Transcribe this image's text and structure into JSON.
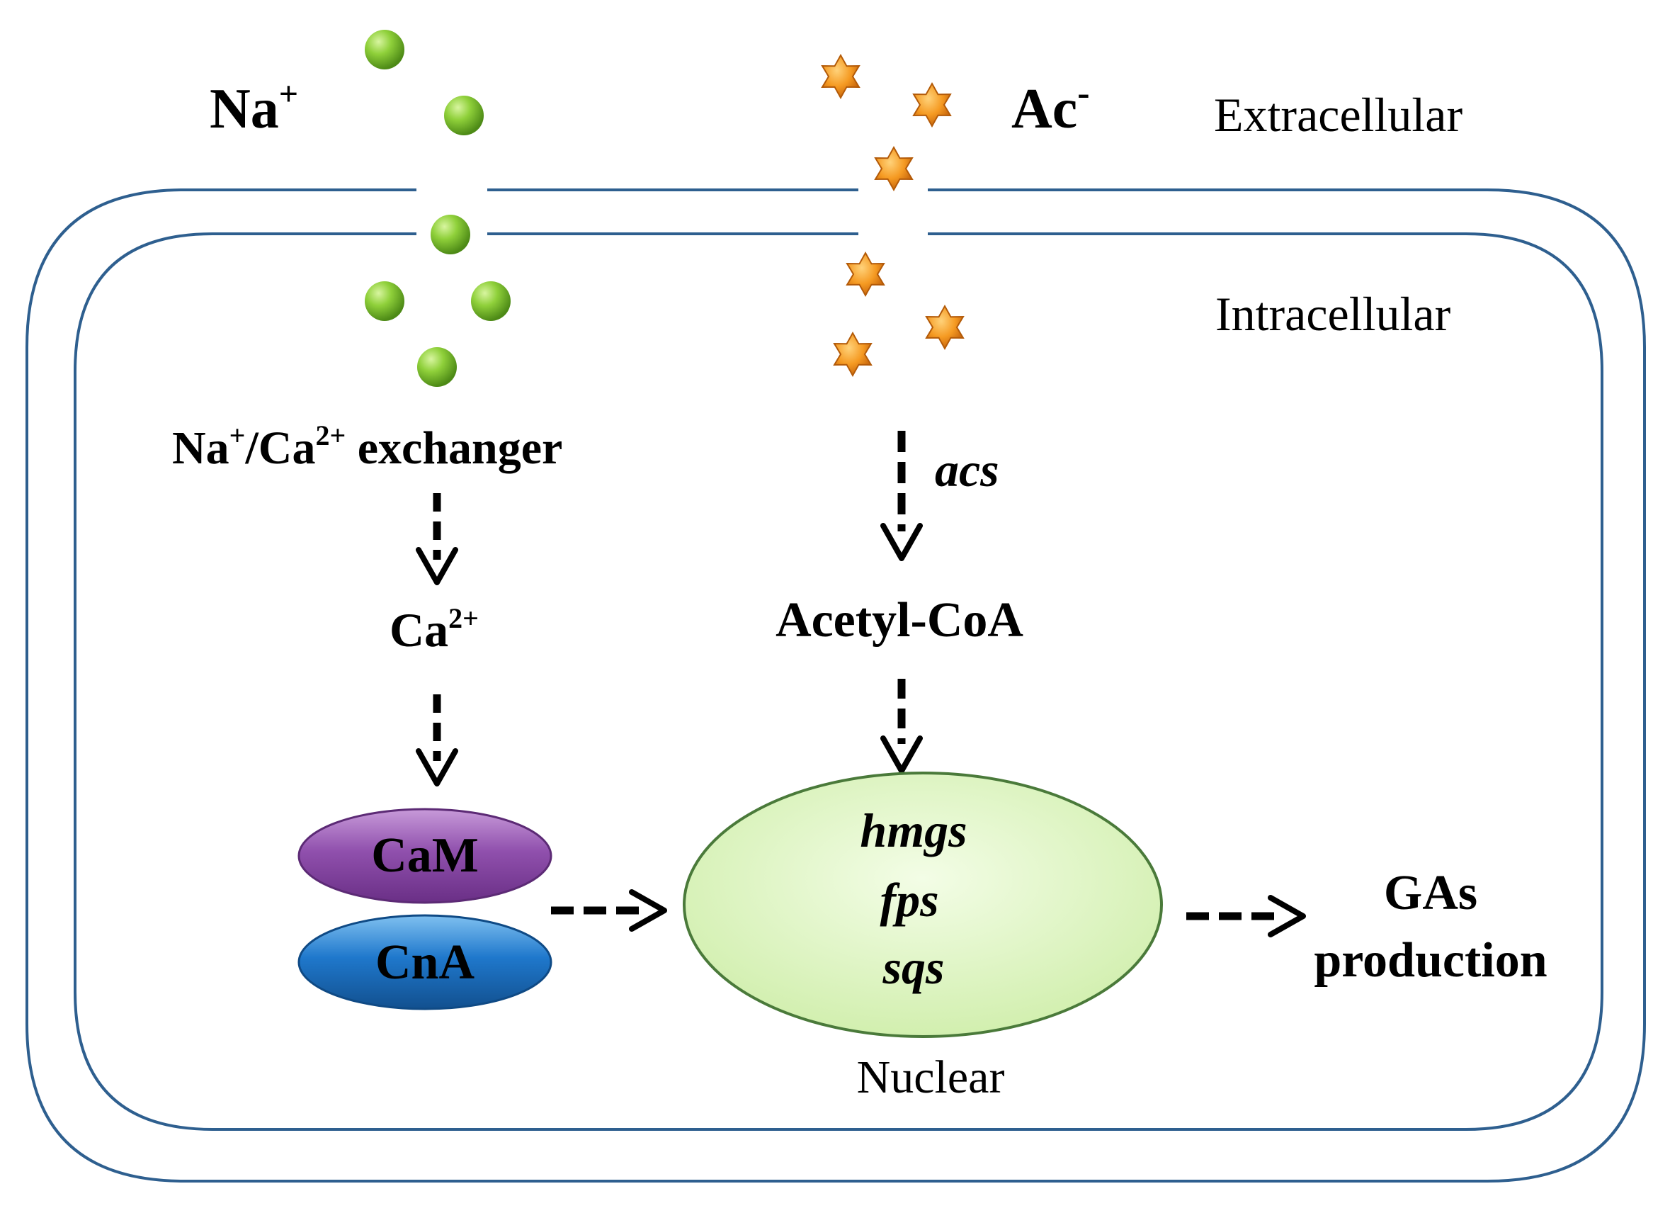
{
  "labels": {
    "na": "Na",
    "na_sup": "+",
    "ac": "Ac",
    "ac_sup": "-",
    "extracellular": "Extracellular",
    "intracellular": "Intracellular",
    "exchanger_na": "Na",
    "exchanger_na_sup": "+",
    "exchanger_ca": "/Ca",
    "exchanger_ca_sup": "2+",
    "exchanger_word": " exchanger",
    "ca": "Ca",
    "ca_sup": "2+",
    "acs": "acs",
    "acetyl_coa": "Acetyl-CoA",
    "cam": "CaM",
    "cna": "CnA",
    "gene_1": "hmgs",
    "gene_2": "fps",
    "gene_3": "sqs",
    "nuclear": "Nuclear",
    "gas_line1": "GAs",
    "gas_line2": "production"
  },
  "colors": {
    "membrane": "#2e5f8f",
    "na_ion": "#7cbf2e",
    "ac_ion": "#f08a1c",
    "cam": "#8e4aa8",
    "cna": "#1f6fc0",
    "nucleus_fill": "#e2f7c6",
    "nucleus_stroke": "#4a7a3a",
    "arrow": "#000000"
  },
  "icons": {
    "na_ion": "green-sphere-icon",
    "ac_ion": "orange-star-icon"
  }
}
